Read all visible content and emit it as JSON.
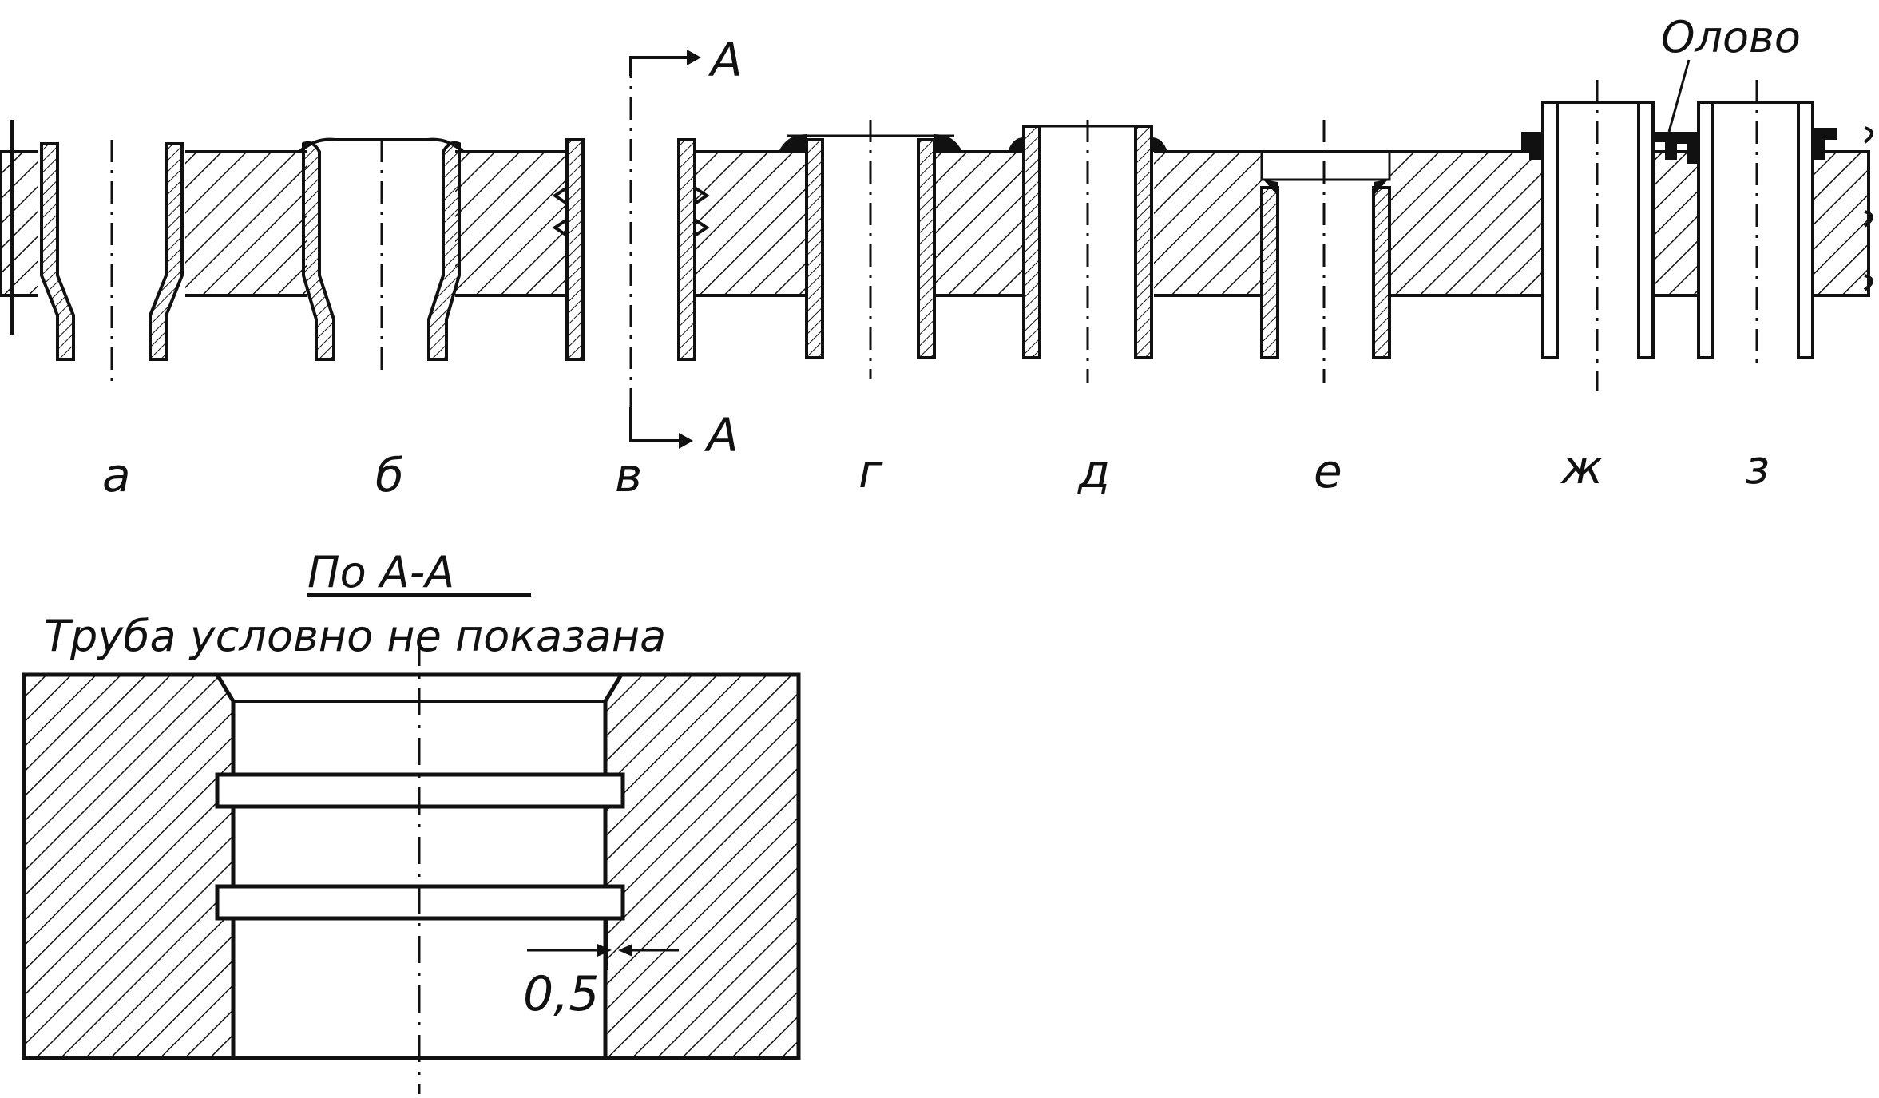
{
  "labels": {
    "a": "а",
    "b": "б",
    "v": "в",
    "g": "г",
    "d": "д",
    "e": "е",
    "zh": "ж",
    "z": "з"
  },
  "section_marker": "А",
  "solder_label": "Олово",
  "section_title": "По А-А",
  "section_note": "Труба условно не показана",
  "dimension": "0,5",
  "colors": {
    "ink": "#111111",
    "paper": "#ffffff"
  }
}
